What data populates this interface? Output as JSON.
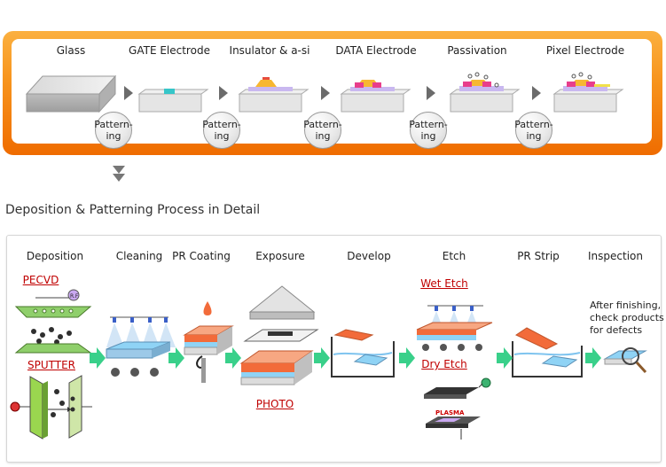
{
  "top_stages": [
    {
      "label": "Glass"
    },
    {
      "label": "GATE Electrode"
    },
    {
      "label": "Insulator & a-si"
    },
    {
      "label": "DATA Electrode"
    },
    {
      "label": "Passivation"
    },
    {
      "label": "Pixel Electrode"
    }
  ],
  "patterning": {
    "line1": "Pattern-",
    "line2": "ing"
  },
  "section_title": "Deposition & Patterning Process in Detail",
  "steps": [
    {
      "label": "Deposition"
    },
    {
      "label": "Cleaning"
    },
    {
      "label": "PR Coating"
    },
    {
      "label": "Exposure"
    },
    {
      "label": "Develop"
    },
    {
      "label": "Etch"
    },
    {
      "label": "PR Strip"
    },
    {
      "label": "Inspection"
    }
  ],
  "sub_labels": {
    "pecvd": "PECVD",
    "sputter": "SPUTTER",
    "photo": "PHOTO",
    "wet_etch": "Wet Etch",
    "dry_etch": "Dry Etch",
    "rf": "R.F",
    "plasma": "PLASMA"
  },
  "inspection_note": {
    "line1": "After finishing,",
    "line2": "check products",
    "line3": "for defects"
  },
  "colors": {
    "orange": "#f7941d",
    "green": "#39d08a",
    "red_text": "#c00000",
    "glass": "#c8c8c8",
    "pr": "#f26b3a",
    "blue": "#7fc4ef"
  }
}
